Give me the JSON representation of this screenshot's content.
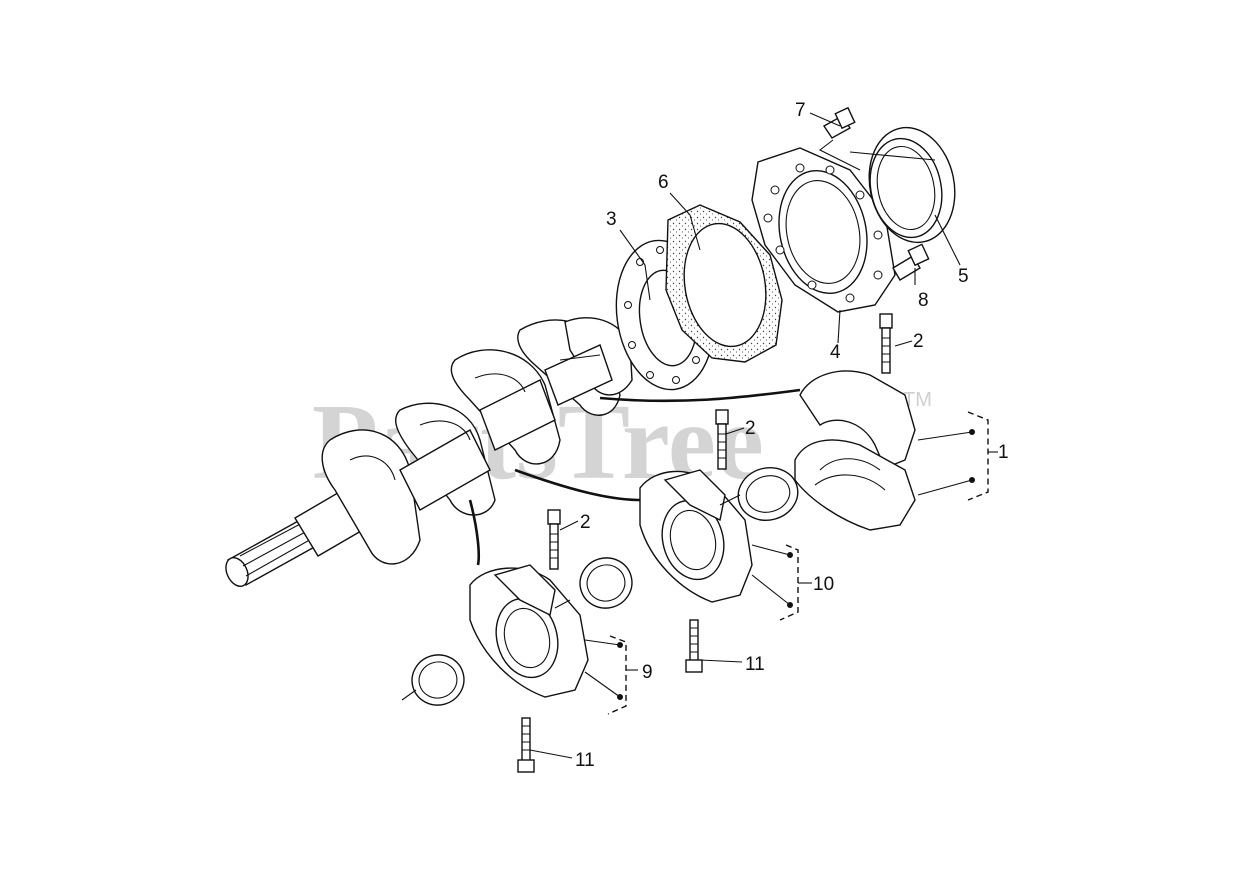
{
  "watermark": {
    "brand": "PartsTree",
    "trademark": "TM"
  },
  "callouts": [
    {
      "id": "c1",
      "label": "1"
    },
    {
      "id": "c2a",
      "label": "2"
    },
    {
      "id": "c2b",
      "label": "2"
    },
    {
      "id": "c2c",
      "label": "2"
    },
    {
      "id": "c3",
      "label": "3"
    },
    {
      "id": "c4",
      "label": "4"
    },
    {
      "id": "c5",
      "label": "5"
    },
    {
      "id": "c6",
      "label": "6"
    },
    {
      "id": "c7",
      "label": "7"
    },
    {
      "id": "c8",
      "label": "8"
    },
    {
      "id": "c9",
      "label": "9"
    },
    {
      "id": "c10",
      "label": "10"
    },
    {
      "id": "c11a",
      "label": "11"
    },
    {
      "id": "c11b",
      "label": "11"
    }
  ]
}
